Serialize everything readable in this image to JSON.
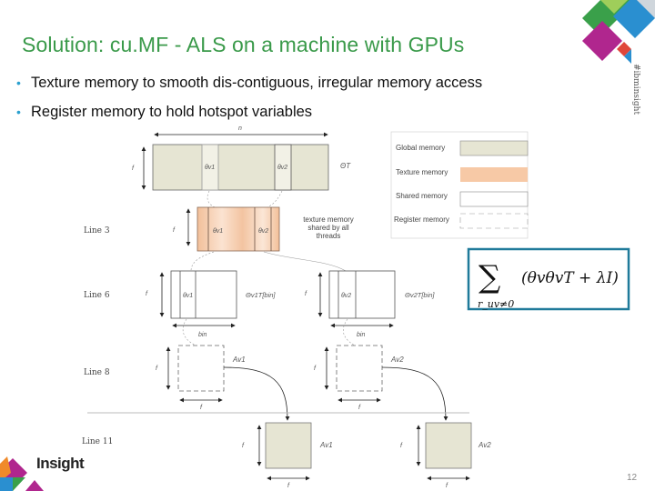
{
  "slide": {
    "title": "Solution: cu.MF - ALS on a machine with GPUs",
    "bullets": [
      "Texture memory to smooth dis-contiguous, irregular memory access",
      "Register memory to hold hotspot variables"
    ],
    "side_hashtag": "#ibminsight",
    "page_number": "12",
    "logo_text": "Insight"
  },
  "diagram": {
    "top_matrix": {
      "width_label": "n",
      "height_label": "f",
      "label": "ΘT",
      "col1": "θv1",
      "col2": "θv2"
    },
    "line3": {
      "row_label": "Line 3",
      "height_label": "f",
      "col1": "θv1",
      "col2": "θv2",
      "note": [
        "texture memory",
        "shared by all",
        "threads"
      ]
    },
    "line6": {
      "row_label": "Line 6",
      "left": {
        "height_label": "f",
        "col": "θv1",
        "label": "Θv1T[bin]",
        "width_label": "bin"
      },
      "right": {
        "height_label": "f",
        "col": "θv2",
        "label": "Θv2T[bin]",
        "width_label": "bin"
      }
    },
    "line8": {
      "row_label": "Line 8",
      "left": {
        "height_label": "f",
        "label": "Av1",
        "width_label": "f"
      },
      "right": {
        "height_label": "f",
        "label": "Av2",
        "width_label": "f"
      }
    },
    "line11": {
      "row_label": "Line 11",
      "left": {
        "height_label": "f",
        "label": "Av1",
        "width_label": "f"
      },
      "right": {
        "height_label": "f",
        "label": "Av2",
        "width_label": "f"
      }
    },
    "legend": [
      {
        "label": "Global memory",
        "color": "#e6e5d3"
      },
      {
        "label": "Texture memory",
        "color": "#f7c9a6"
      },
      {
        "label": "Shared memory",
        "color": "#ffffff"
      },
      {
        "label": "Register memory",
        "color": "#ffffff"
      }
    ],
    "formula": {
      "sum_subscript": "r_uv≠0",
      "body": "(θvθvT + λI)"
    }
  },
  "colors": {
    "title": "#3a9a4a",
    "bullet": "#2aa0cf",
    "formula_border": "#1f7a9a",
    "global": "#e6e5d3",
    "texture": "#f7c9a6"
  }
}
